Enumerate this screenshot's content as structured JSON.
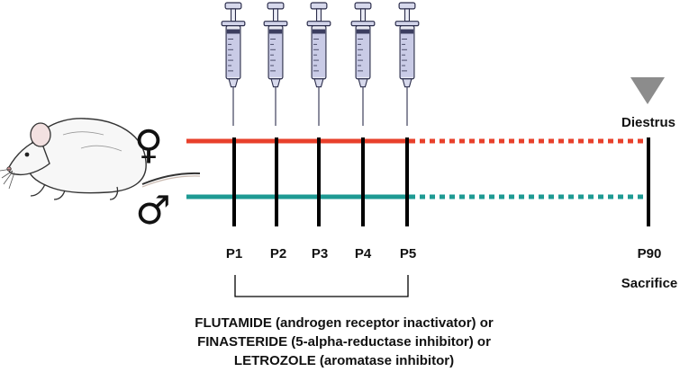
{
  "colors": {
    "female_line": "#e8402b",
    "male_line": "#1e9a93",
    "tick": "#000000",
    "marker": "#8c8c8c",
    "syringe_body": "#e9eaf3",
    "syringe_fluid": "#c9cbe6",
    "syringe_outline": "#2a2c4a"
  },
  "symbols": {
    "female": "♀",
    "male": "♂"
  },
  "icons": {
    "animal": "rat-illustration",
    "injection": "syringe-icon",
    "event_marker": "triangle-down-icon"
  },
  "injection_days": [
    "P1",
    "P2",
    "P3",
    "P4",
    "P5"
  ],
  "endpoint": {
    "marker_label": "Diestrus",
    "day": "P90",
    "action": "Sacrifice"
  },
  "treatments": [
    "FLUTAMIDE (androgen receptor inactivator) or",
    "FINASTERIDE (5-alpha-reductase inhibitor) or",
    "LETROZOLE (aromatase inhibitor)"
  ]
}
